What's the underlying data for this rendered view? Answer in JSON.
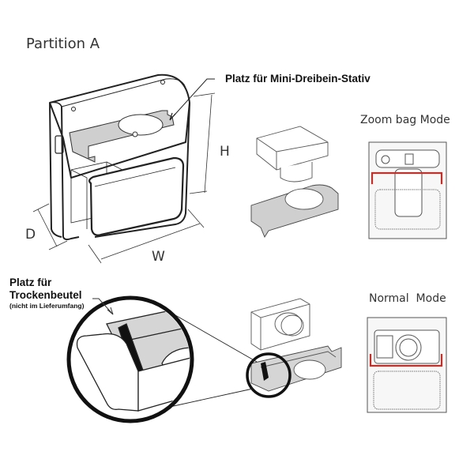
{
  "title": "Partition A",
  "callouts": {
    "tripod": "Platz für Mini-Dreibein-Stativ",
    "dry_bag_line1": "Platz für",
    "dry_bag_line2": "Trockenbeutel",
    "dry_bag_note": "(nicht im Lieferumfang)"
  },
  "dimensions": {
    "height": "H",
    "width": "W",
    "depth": "D"
  },
  "modes": {
    "zoom": "Zoom bag Mode",
    "normal": "Normal  Mode"
  },
  "colors": {
    "outline": "#222222",
    "insert_gray": "#cfcfcf",
    "partition_red": "#c0312b",
    "background": "#ffffff"
  }
}
